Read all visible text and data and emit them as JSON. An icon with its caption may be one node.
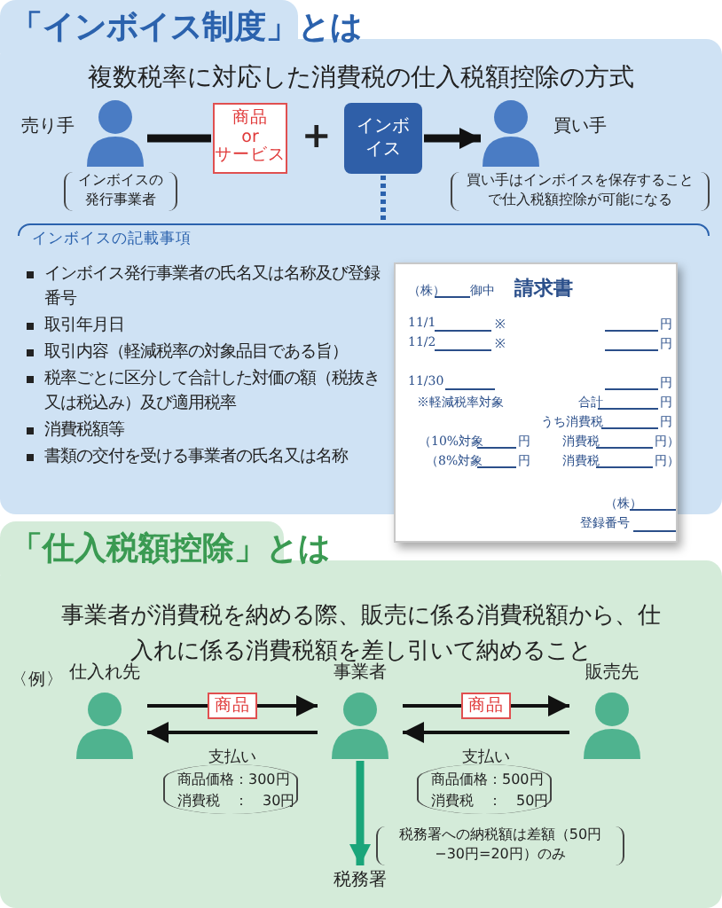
{
  "diagram": {
    "nodes": [
      {
        "text": [
          "「インボイス制度」とは",
          "複数税率に対応した消費税の仕入税額控除の方式"
        ]
      },
      {
        "text": [
          "売り手"
        ],
        "beside": [
          "インボイスの発行事業者"
        ],
        "in": 0
      },
      {
        "text": [
          "商品 or サービス"
        ],
        "in": 0
      },
      {
        "text": [
          "インボイス"
        ],
        "in": 0
      },
      {
        "text": [
          "買い手"
        ],
        "beside": [
          "買い手はインボイスを保存することで仕入税額控除が可能になる"
        ],
        "in": 0
      },
      {
        "text": [
          "インボイスの記載事項",
          "インボイス発行事業者の氏名又は名称及び登録番号",
          "取引年月日",
          "取引内容（軽減税率の対象品目である旨）",
          "税率ごとに区分して合計した対価の額（税抜き又は税込み）及び適用税率",
          "消費税額等",
          "書類の交付を受ける事業者の氏名又は名称"
        ],
        "in": 0
      },
      {
        "text": [
          "（株）",
          "御中",
          "請求書",
          "11/1",
          "※",
          "円",
          "11/2",
          "※",
          "円",
          "11/30",
          "円",
          "※軽減税率対象",
          "合計",
          "円",
          "うち消費税",
          "円",
          "（10%対象",
          "円",
          "消費税",
          "円）",
          "（8%対象",
          "円",
          "消費税",
          "円）",
          "（株）",
          "登録番号"
        ]
      },
      {
        "text": [
          "「仕入税額控除」とは",
          "事業者が消費税を納める際、販売に係る消費税額から、仕入れに係る消費税額を差し引いて納めること"
        ]
      },
      {
        "text": [
          "仕入れ先"
        ],
        "in": 7
      },
      {
        "text": [
          "事業者"
        ],
        "in": 7
      },
      {
        "text": [
          "販売先"
        ],
        "in": 7
      },
      {
        "text": [
          "税務署"
        ],
        "in": 7
      }
    ],
    "edges": [
      {
        "from": 1,
        "to": 2,
        "arrow": "none",
        "style": "thick"
      },
      {
        "from": 3,
        "to": 4,
        "arrow": "to",
        "style": "thick"
      },
      {
        "from": 3,
        "to": 5,
        "arrow": "none",
        "style": "dashed",
        "color": "#2b62ad"
      },
      {
        "from": 8,
        "to": 9,
        "arrow": "to",
        "label": "商品"
      },
      {
        "from": 9,
        "to": 8,
        "arrow": "to",
        "label": "支払い"
      },
      {
        "from": 9,
        "to": 10,
        "arrow": "to",
        "label": "商品"
      },
      {
        "from": 10,
        "to": 9,
        "arrow": "to",
        "label": "支払い"
      },
      {
        "from": 9,
        "to": 11,
        "arrow": "to",
        "label": "税務署への納税額は差額（50円−30円=20円）のみ",
        "style": "thick",
        "color": "#1aa57a"
      }
    ],
    "labels": [
      "+",
      "〈例〉",
      "商品価格：300円",
      "消費税　：　30円",
      "商品価格：500円",
      "消費税　：　50円"
    ]
  }
}
